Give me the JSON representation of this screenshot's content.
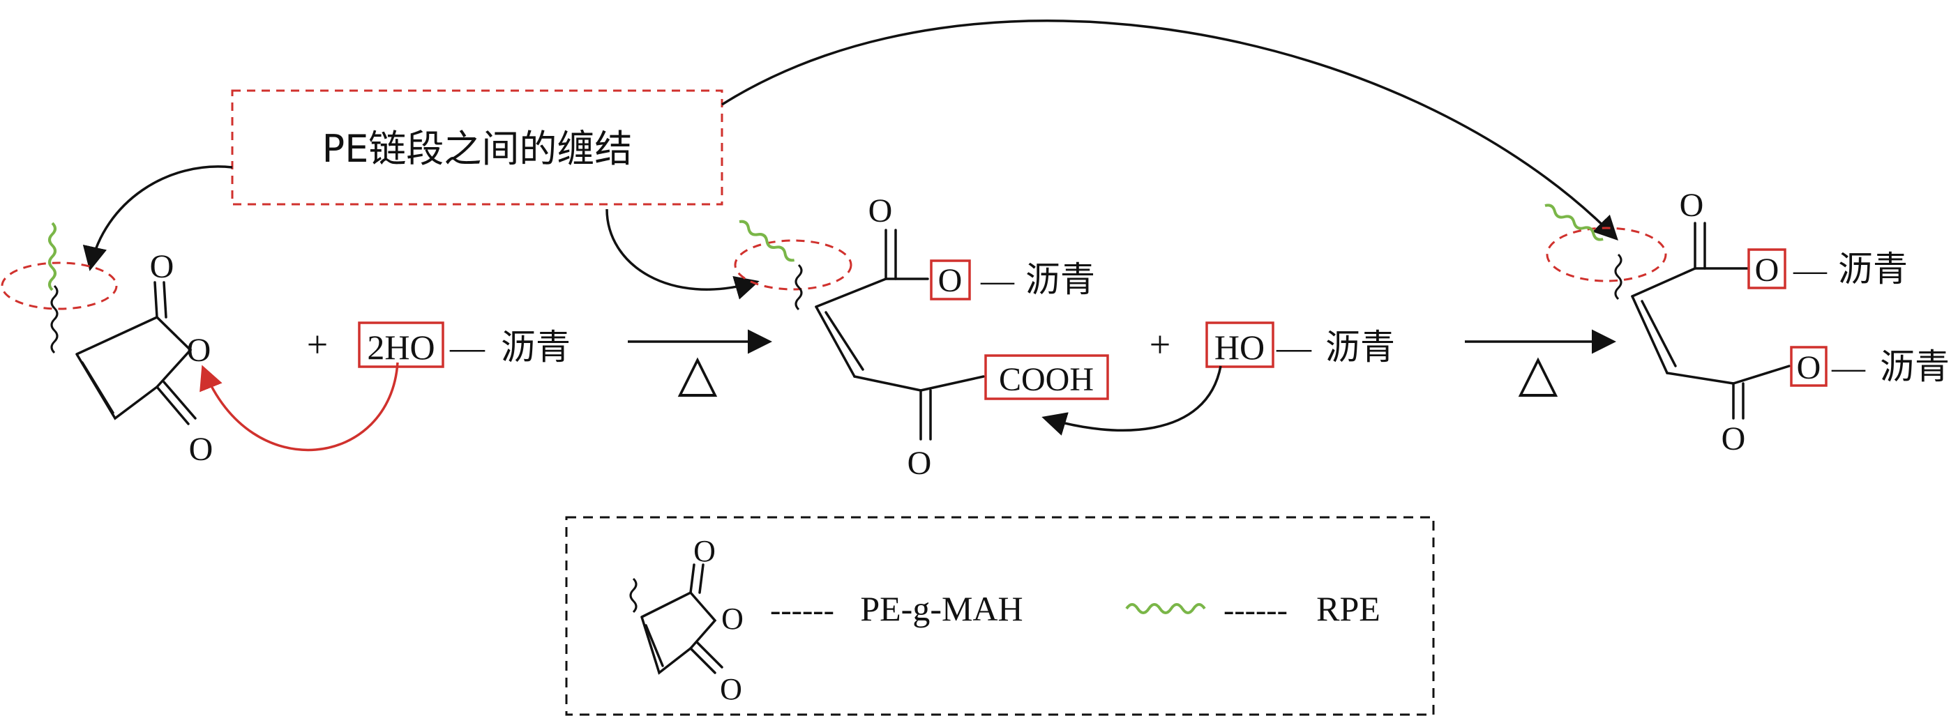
{
  "callout": {
    "label": "PE链段之间的缠结"
  },
  "labels": {
    "plus": "+",
    "heat": "△",
    "reagent_1": "2HO",
    "reagent_2": "HO",
    "bond_dash": "—",
    "asphalt": "沥青",
    "O": "O",
    "COOH": "COOH"
  },
  "legend": {
    "item_1": "PE-g-MAH",
    "item_2": "RPE",
    "separator": "------"
  },
  "colors": {
    "highlight_red": "#d0312d",
    "rpe_green": "#7ab648",
    "ink": "#111111"
  }
}
